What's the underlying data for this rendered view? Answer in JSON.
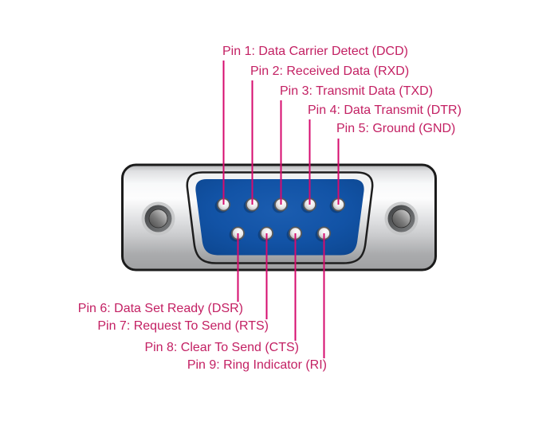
{
  "colors": {
    "label_text": "#c32063",
    "leader_line": "#d60b6e",
    "connector_blue": "#1253a6",
    "connector_metal_light": "#f8f9fa",
    "connector_metal_dark": "#a0a1a3",
    "connector_outline": "#1b1b1b",
    "background": "#ffffff"
  },
  "pins": [
    {
      "number": "1",
      "label": "Pin 1: Data Carrier Detect (DCD)"
    },
    {
      "number": "2",
      "label": "Pin 2: Received Data (RXD)"
    },
    {
      "number": "3",
      "label": "Pin 3: Transmit Data (TXD)"
    },
    {
      "number": "4",
      "label": "Pin 4: Data Transmit (DTR)"
    },
    {
      "number": "5",
      "label": "Pin 5: Ground (GND)"
    },
    {
      "number": "6",
      "label": "Pin 6: Data Set Ready (DSR)"
    },
    {
      "number": "7",
      "label": "Pin 7: Request To Send (RTS)"
    },
    {
      "number": "8",
      "label": "Pin 8: Clear To Send (CTS)"
    },
    {
      "number": "9",
      "label": "Pin 9: Ring Indicator (RI)"
    }
  ]
}
